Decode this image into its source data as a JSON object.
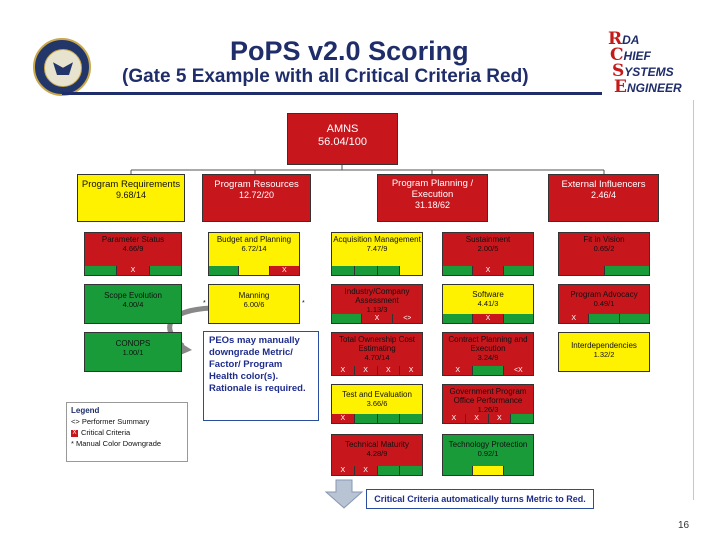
{
  "header": {
    "title": "PoPS v2.0 Scoring",
    "subtitle": "(Gate 5 Example with all Critical Criteria Red)",
    "rda_lines": [
      {
        "cap": "R",
        "rest": "DA"
      },
      {
        "cap": "C",
        "rest": "HIEF"
      },
      {
        "cap": "S",
        "rest": "YSTEMS"
      },
      {
        "cap": "E",
        "rest": "NGINEER"
      }
    ]
  },
  "top": {
    "name": "AMNS",
    "score": "56.04/100"
  },
  "level1": {
    "req": {
      "name": "Program Requirements",
      "score": "9.68/14"
    },
    "res": {
      "name": "Program Resources",
      "score": "12.72/20"
    },
    "plan": {
      "name": "Program Planning / Execution",
      "score": "31.18/62"
    },
    "ext": {
      "name": "External Influencers",
      "score": "2.46/4"
    }
  },
  "metrics": {
    "param": {
      "name": "Parameter Status",
      "score": "4.66/9",
      "flag": "X"
    },
    "budget": {
      "name": "Budget and Planning",
      "score": "6.72/14",
      "flag": "X"
    },
    "acq": {
      "name": "Acquisition Management",
      "score": "7.47/9"
    },
    "sust": {
      "name": "Sustainment",
      "score": "2.00/5",
      "flag": "X"
    },
    "fit": {
      "name": "Fit in Vision",
      "score": "0.65/2"
    },
    "scope": {
      "name": "Scope Evolution",
      "score": "4.00/4",
      "mark": "*"
    },
    "manning": {
      "name": "Manning",
      "score": "6.00/6",
      "mark": "*"
    },
    "industry": {
      "name": "Industry/Company Assessment",
      "score": "1.13/3",
      "flag": "X",
      "flag2": "<>"
    },
    "software": {
      "name": "Software",
      "score": "4.41/3",
      "flag": "X"
    },
    "advocacy": {
      "name": "Program Advocacy",
      "score": "0.49/1",
      "flag": "X"
    },
    "conops": {
      "name": "CONOPS",
      "score": "1.00/1"
    },
    "toc": {
      "name": "Total Ownership Cost Estimating",
      "score": "4.70/14",
      "flags": [
        "X",
        "X",
        "X",
        "X"
      ]
    },
    "contract": {
      "name": "Contract Planning and Execution",
      "score": "3.24/9",
      "flag": "X",
      "flag2": "<X"
    },
    "interdep": {
      "name": "Interdependencies",
      "score": "1.32/2"
    },
    "test": {
      "name": "Test and Evaluation",
      "score": "3.66/6",
      "flag": "X"
    },
    "gov": {
      "name": "Government Program Office Performance",
      "score": "1.26/3",
      "flags": [
        "X",
        "X",
        "X"
      ]
    },
    "tech": {
      "name": "Technical Maturity",
      "score": "4.28/9",
      "flags": [
        "X",
        "X"
      ]
    },
    "techprot": {
      "name": "Technology Protection",
      "score": "0.92/1"
    }
  },
  "note": {
    "text": "PEOs may manually downgrade Metric/ Factor/ Program Health color(s). Rationale is required."
  },
  "critical_note": {
    "text": "Critical Criteria automatically turns Metric to Red."
  },
  "legend": {
    "title": "Legend",
    "item1": "<> Performer Summary",
    "item2_symbol": "X",
    "item2": "Critical Criteria",
    "item3": "* Manual Color Downgrade"
  },
  "page": {
    "number": "16"
  },
  "colors": {
    "red": "#c8161d",
    "yellow": "#fff200",
    "green": "#1a9b3a",
    "navy": "#1f2d6b"
  }
}
